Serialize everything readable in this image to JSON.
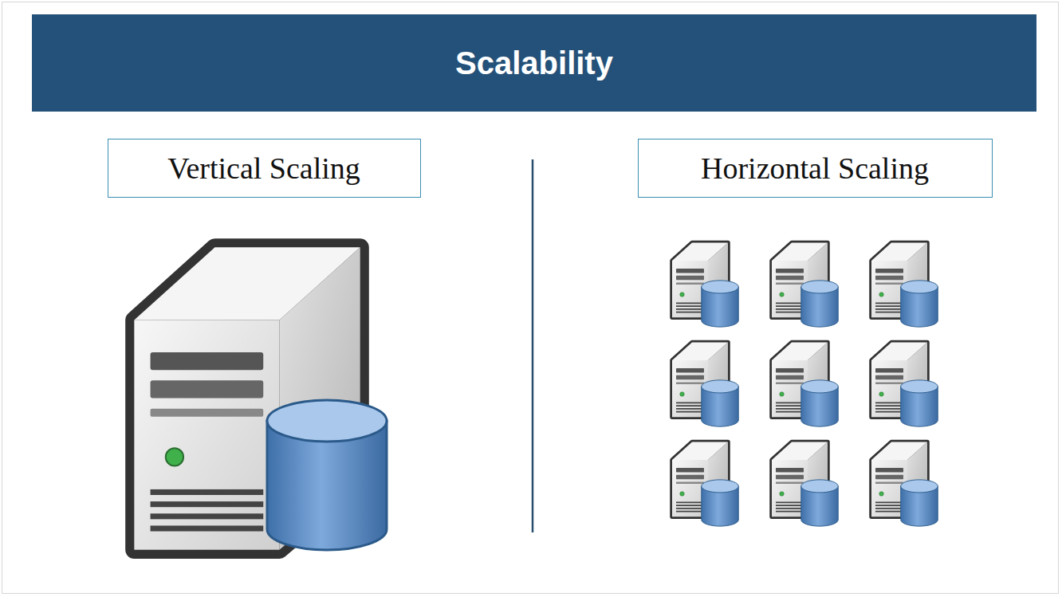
{
  "diagram": {
    "title": "Scalability",
    "nodes": [
      {
        "text": [
          "Vertical Scaling"
        ]
      },
      {
        "text": [
          "Horizontal Scaling"
        ]
      }
    ]
  }
}
